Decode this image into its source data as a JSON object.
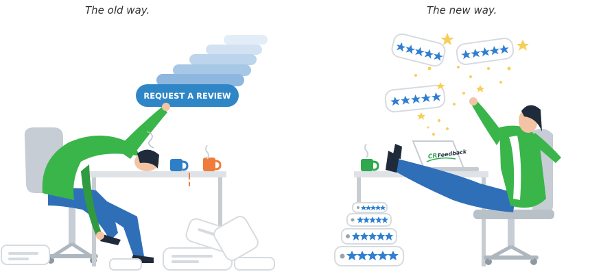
{
  "captions": {
    "old": "The old way.",
    "new": "The new way."
  },
  "old_scene": {
    "button_label": "REQUEST A REVIEW"
  },
  "new_scene": {
    "laptop_logo": {
      "prefix": "CR",
      "suffix": "Feedback"
    }
  },
  "colors": {
    "button_blue": "#2f86c6",
    "step_blue": "#7fb0de",
    "shirt_green": "#39b54a",
    "jeans_blue": "#2f6fb8",
    "star_blue": "#2f7fd0",
    "star_gold": "#f6cf5a",
    "chair_gray": "#c6cdd4",
    "mug_orange": "#ef7c3a",
    "mug_green": "#2fa84f"
  },
  "icons": [
    "star-icon",
    "laptop-icon",
    "mug-icon",
    "chair-icon",
    "review-card-icon"
  ]
}
